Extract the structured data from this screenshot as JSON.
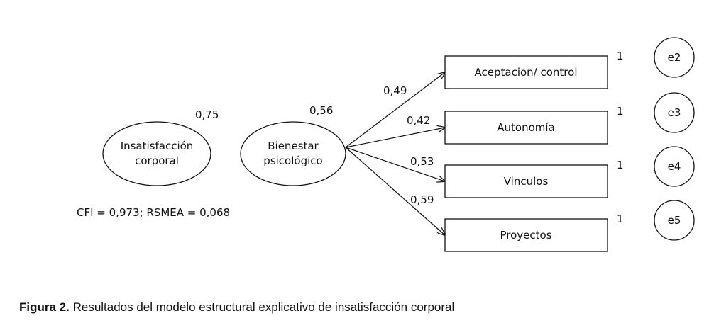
{
  "latents": [
    {
      "id": "insat",
      "lines": [
        "Insatisfacción",
        "corporal"
      ],
      "r2": "0,75"
    },
    {
      "id": "bien",
      "lines": [
        "Bienestar",
        "psicológico"
      ],
      "r2": "0,56"
    }
  ],
  "indicators": [
    {
      "label": "Aceptacion/ control",
      "loading": "0,49",
      "fixed": "1",
      "error": "e2"
    },
    {
      "label": "Autonomía",
      "loading": "0,42",
      "fixed": "1",
      "error": "e3"
    },
    {
      "label": "Vinculos",
      "loading": "0,53",
      "fixed": "1",
      "error": "e4"
    },
    {
      "label": "Proyectos",
      "loading": "0,59",
      "fixed": "1",
      "error": "e5"
    }
  ],
  "fit": "CFI = 0,973; RSMEA = 0,068",
  "caption": {
    "label": "Figura 2.",
    "text": " Resultados del modelo estructural explicativo de insatisfacción corporal"
  }
}
